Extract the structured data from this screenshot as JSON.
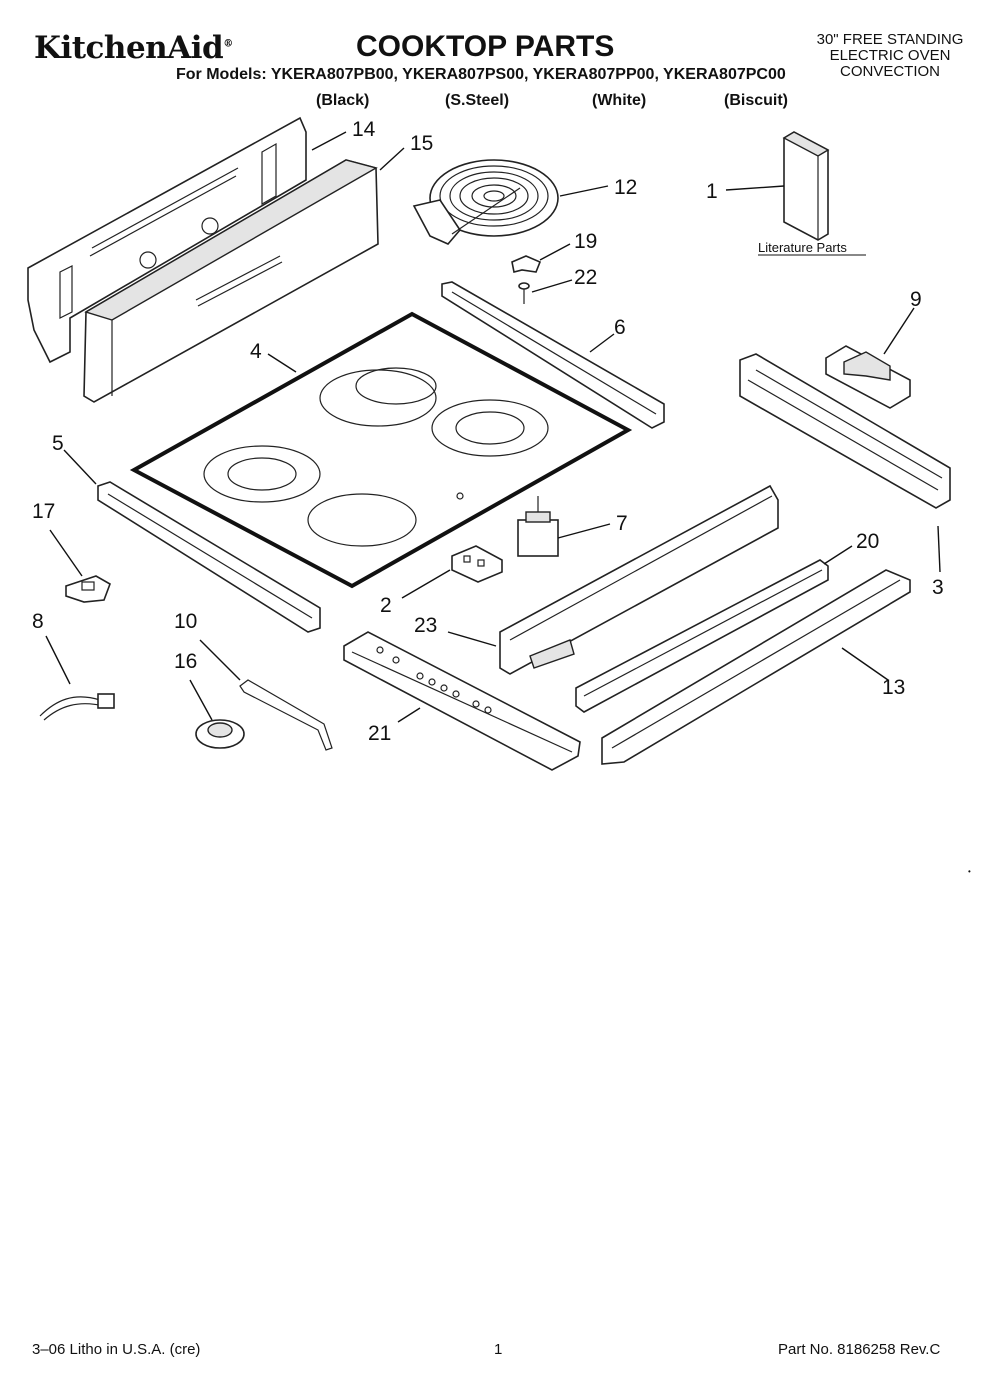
{
  "header": {
    "brand": "KitchenAid",
    "brand_mark": "®",
    "title": "COOKTOP PARTS",
    "product_lines": [
      "30\" FREE STANDING",
      "ELECTRIC OVEN",
      "CONVECTION"
    ],
    "models_line": "For Models: YKERA807PB00, YKERA807PS00, YKERA807PP00, YKERA807PC00",
    "finishes": [
      "(Black)",
      "(S.Steel)",
      "(White)",
      "(Biscuit)"
    ]
  },
  "callouts": [
    "14",
    "15",
    "12",
    "1",
    "19",
    "22",
    "9",
    "4",
    "6",
    "5",
    "17",
    "7",
    "20",
    "3",
    "2",
    "23",
    "8",
    "10",
    "16",
    "21",
    "13"
  ],
  "literature_label": "Literature Parts",
  "footer": {
    "left": "3–06 Litho in U.S.A. (cre)",
    "page": "1",
    "part_no": "Part No. 8186258 Rev.C"
  }
}
